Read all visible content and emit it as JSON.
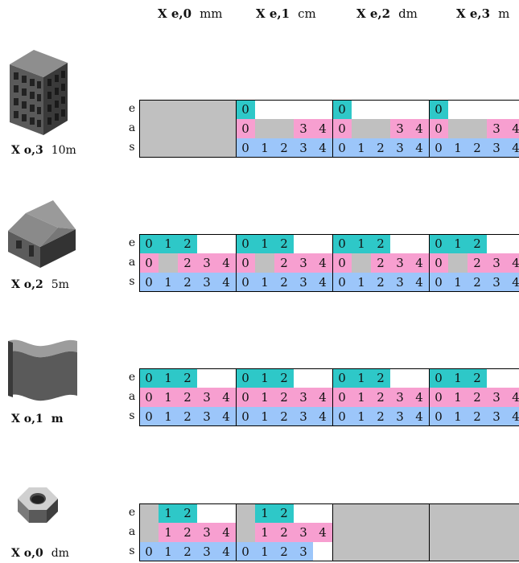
{
  "colors": {
    "e_level": "#2ec8c8",
    "a_level": "#f79fd0",
    "s_level": "#9cc6fa",
    "unavailable": "#c0c0c0"
  },
  "columns": [
    {
      "symbol": "X e,0",
      "unit": "mm"
    },
    {
      "symbol": "X e,1",
      "unit": "cm"
    },
    {
      "symbol": "X e,2",
      "unit": "dm"
    },
    {
      "symbol": "X e,3",
      "unit": "m"
    }
  ],
  "row_letters": [
    "e",
    "a",
    "s"
  ],
  "rows": [
    {
      "symbol": "X o,3",
      "unit": "10m",
      "icon": "building-icon",
      "blocks": [
        {
          "unavailable": true
        },
        {
          "e": [
            "0"
          ],
          "a": [
            "0",
            "",
            "",
            "3",
            "4"
          ],
          "s": [
            "0",
            "1",
            "2",
            "3",
            "4"
          ]
        },
        {
          "e": [
            "0"
          ],
          "a": [
            "0",
            "",
            "",
            "3",
            "4"
          ],
          "s": [
            "0",
            "1",
            "2",
            "3",
            "4"
          ]
        },
        {
          "e": [
            "0"
          ],
          "a": [
            "0",
            "",
            "",
            "3",
            "4"
          ],
          "s": [
            "0",
            "1",
            "2",
            "3",
            "4"
          ]
        }
      ]
    },
    {
      "symbol": "X o,2",
      "unit": "5m",
      "icon": "house-icon",
      "blocks": [
        {
          "e": [
            "0",
            "1",
            "2"
          ],
          "a": [
            "0",
            "",
            "2",
            "3",
            "4"
          ],
          "s": [
            "0",
            "1",
            "2",
            "3",
            "4"
          ]
        },
        {
          "e": [
            "0",
            "1",
            "2"
          ],
          "a": [
            "0",
            "",
            "2",
            "3",
            "4"
          ],
          "s": [
            "0",
            "1",
            "2",
            "3",
            "4"
          ]
        },
        {
          "e": [
            "0",
            "1",
            "2"
          ],
          "a": [
            "0",
            "",
            "2",
            "3",
            "4"
          ],
          "s": [
            "0",
            "1",
            "2",
            "3",
            "4"
          ]
        },
        {
          "e": [
            "0",
            "1",
            "2"
          ],
          "a": [
            "0",
            "",
            "2",
            "3",
            "4"
          ],
          "s": [
            "0",
            "1",
            "2",
            "3",
            "4"
          ]
        }
      ]
    },
    {
      "symbol": "X o,1",
      "unit": "m",
      "icon": "wall-icon",
      "blocks": [
        {
          "e": [
            "0",
            "1",
            "2"
          ],
          "a": [
            "0",
            "1",
            "2",
            "3",
            "4"
          ],
          "s": [
            "0",
            "1",
            "2",
            "3",
            "4"
          ]
        },
        {
          "e": [
            "0",
            "1",
            "2"
          ],
          "a": [
            "0",
            "1",
            "2",
            "3",
            "4"
          ],
          "s": [
            "0",
            "1",
            "2",
            "3",
            "4"
          ]
        },
        {
          "e": [
            "0",
            "1",
            "2"
          ],
          "a": [
            "0",
            "1",
            "2",
            "3",
            "4"
          ],
          "s": [
            "0",
            "1",
            "2",
            "3",
            "4"
          ]
        },
        {
          "e": [
            "0",
            "1",
            "2"
          ],
          "a": [
            "0",
            "1",
            "2",
            "3",
            "4"
          ],
          "s": [
            "0",
            "1",
            "2",
            "3",
            "4"
          ]
        }
      ]
    },
    {
      "symbol": "X o,0",
      "unit": "dm",
      "icon": "hex-nut-icon",
      "blocks": [
        {
          "e": [
            "",
            "1",
            "2"
          ],
          "a": [
            "",
            "1",
            "2",
            "3",
            "4"
          ],
          "s": [
            "0",
            "1",
            "2",
            "3",
            "4"
          ]
        },
        {
          "e": [
            "",
            "1",
            "2"
          ],
          "a": [
            "",
            "1",
            "2",
            "3",
            "4"
          ],
          "s": [
            "0",
            "1",
            "2",
            "3"
          ]
        },
        {
          "unavailable": true
        },
        {
          "unavailable": true
        }
      ]
    }
  ]
}
